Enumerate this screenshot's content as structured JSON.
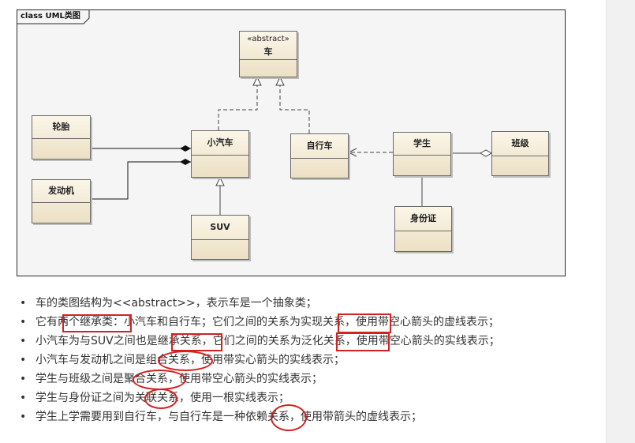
{
  "diagram": {
    "frame_label": "class UML类图",
    "classes": {
      "car": {
        "stereotype": "«abstract»",
        "name": "车"
      },
      "tire": {
        "name": "轮胎"
      },
      "small_car": {
        "name": "小汽车"
      },
      "bicycle": {
        "name": "自行车"
      },
      "student": {
        "name": "学生"
      },
      "class_group": {
        "name": "班级"
      },
      "engine": {
        "name": "发动机"
      },
      "suv": {
        "name": "SUV"
      },
      "id_card": {
        "name": "身份证"
      }
    },
    "relations": [
      {
        "from": "small_car",
        "to": "car",
        "type": "realization"
      },
      {
        "from": "bicycle",
        "to": "car",
        "type": "realization"
      },
      {
        "from": "suv",
        "to": "small_car",
        "type": "generalization"
      },
      {
        "from": "tire",
        "to": "small_car",
        "type": "composition"
      },
      {
        "from": "engine",
        "to": "small_car",
        "type": "composition"
      },
      {
        "from": "student",
        "to": "bicycle",
        "type": "dependency"
      },
      {
        "from": "student",
        "to": "class_group",
        "type": "aggregation"
      },
      {
        "from": "student",
        "to": "id_card",
        "type": "association"
      }
    ]
  },
  "notes": {
    "bullet": "•",
    "n1": "车的类图结构为<<abstract>>，表示车是一个抽象类；",
    "n2": "它有两个继承类：小汽车和自行车；它们之间的关系为实现关系，使用带空心箭头的虚线表示；",
    "n3": "小汽车为与SUV之间也是继承关系，它们之间的关系为泛化关系，使用带空心箭头的实线表示；",
    "n4": "小汽车与发动机之间是组合关系，使用带实心箭头的实线表示；",
    "n5": "学生与班级之间是聚合关系，使用带空心箭头的实线表示；",
    "n6": "学生与身份证之间为关联关系，使用一根实线表示；",
    "n7": "学生上学需要用到自行车，与自行车是一种依赖关系，使用带箭头的虚线表示；"
  },
  "colors": {
    "annotation": "#d42020",
    "class_fill": "#f3ead6"
  }
}
